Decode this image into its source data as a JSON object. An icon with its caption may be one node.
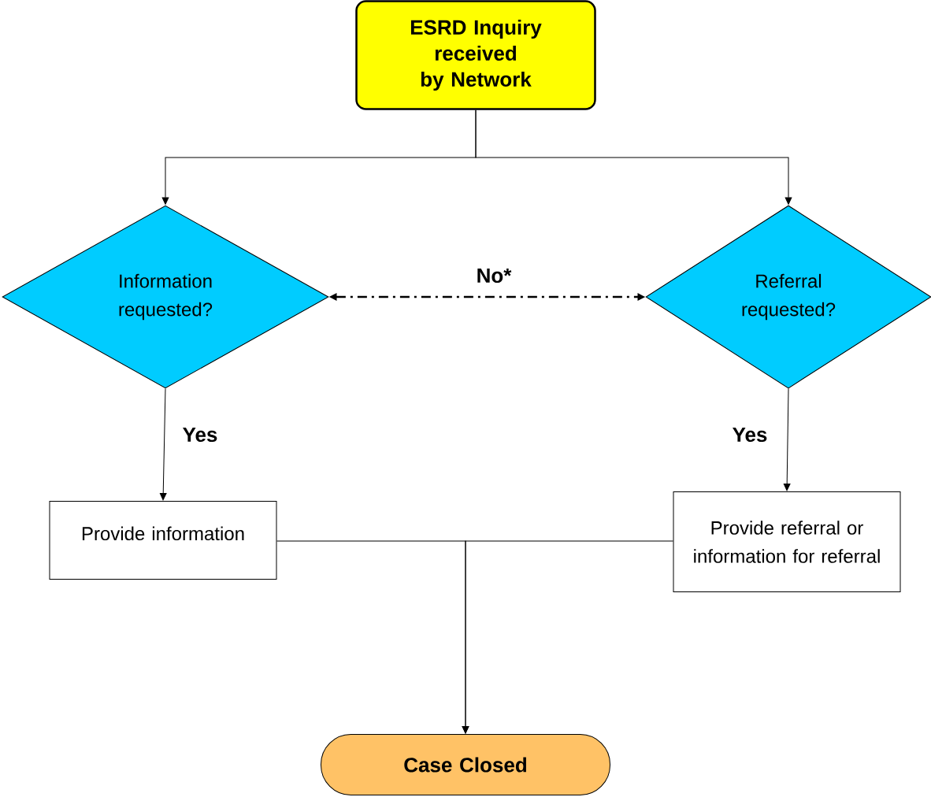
{
  "diagram": {
    "nodes": [
      {
        "text": [
          "ESRD Inquiry received by Network"
        ]
      },
      {
        "text": [
          "Information requested?"
        ]
      },
      {
        "text": [
          "Referral requested?"
        ]
      },
      {
        "text": [
          "Provide information"
        ]
      },
      {
        "text": [
          "Provide referral or information for referral"
        ]
      },
      {
        "text": [
          "Case Closed"
        ]
      }
    ],
    "edges": [
      {
        "from": 0,
        "to": 1,
        "arrow": "to"
      },
      {
        "from": 0,
        "to": 2,
        "arrow": "to"
      },
      {
        "from": 1,
        "to": 2,
        "arrow": "both",
        "label": "No*",
        "style": "dashed"
      },
      {
        "from": 1,
        "to": 3,
        "arrow": "to",
        "label": "Yes"
      },
      {
        "from": 2,
        "to": 4,
        "arrow": "to",
        "label": "Yes"
      },
      {
        "from": 3,
        "to": 5,
        "arrow": "to"
      },
      {
        "from": 4,
        "to": 5,
        "arrow": "to"
      }
    ]
  }
}
